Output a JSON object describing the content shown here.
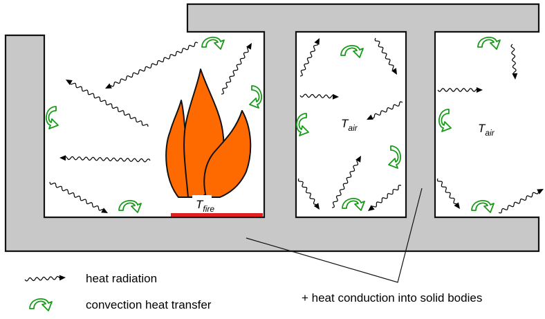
{
  "labels": {
    "t_fire": {
      "main": "T",
      "sub": "fire"
    },
    "t_air_left": {
      "main": "T",
      "sub": "air"
    },
    "t_air_right": {
      "main": "T",
      "sub": "air"
    },
    "conduction_note": "+ heat conduction into solid bodies"
  },
  "legend": {
    "radiation_label": "heat radiation",
    "radiation_icon": "wavy-arrow-icon",
    "convection_label": "convection heat transfer",
    "convection_icon": "curved-arrow-icon"
  },
  "colors": {
    "wall_fill": "#c8c8c8",
    "wall_stroke": "#111111",
    "flame_fill": "#ff6a00",
    "fire_base": "#e02020",
    "convection_arrow": "#1a9a1a",
    "radiation_arrow": "#000000"
  }
}
